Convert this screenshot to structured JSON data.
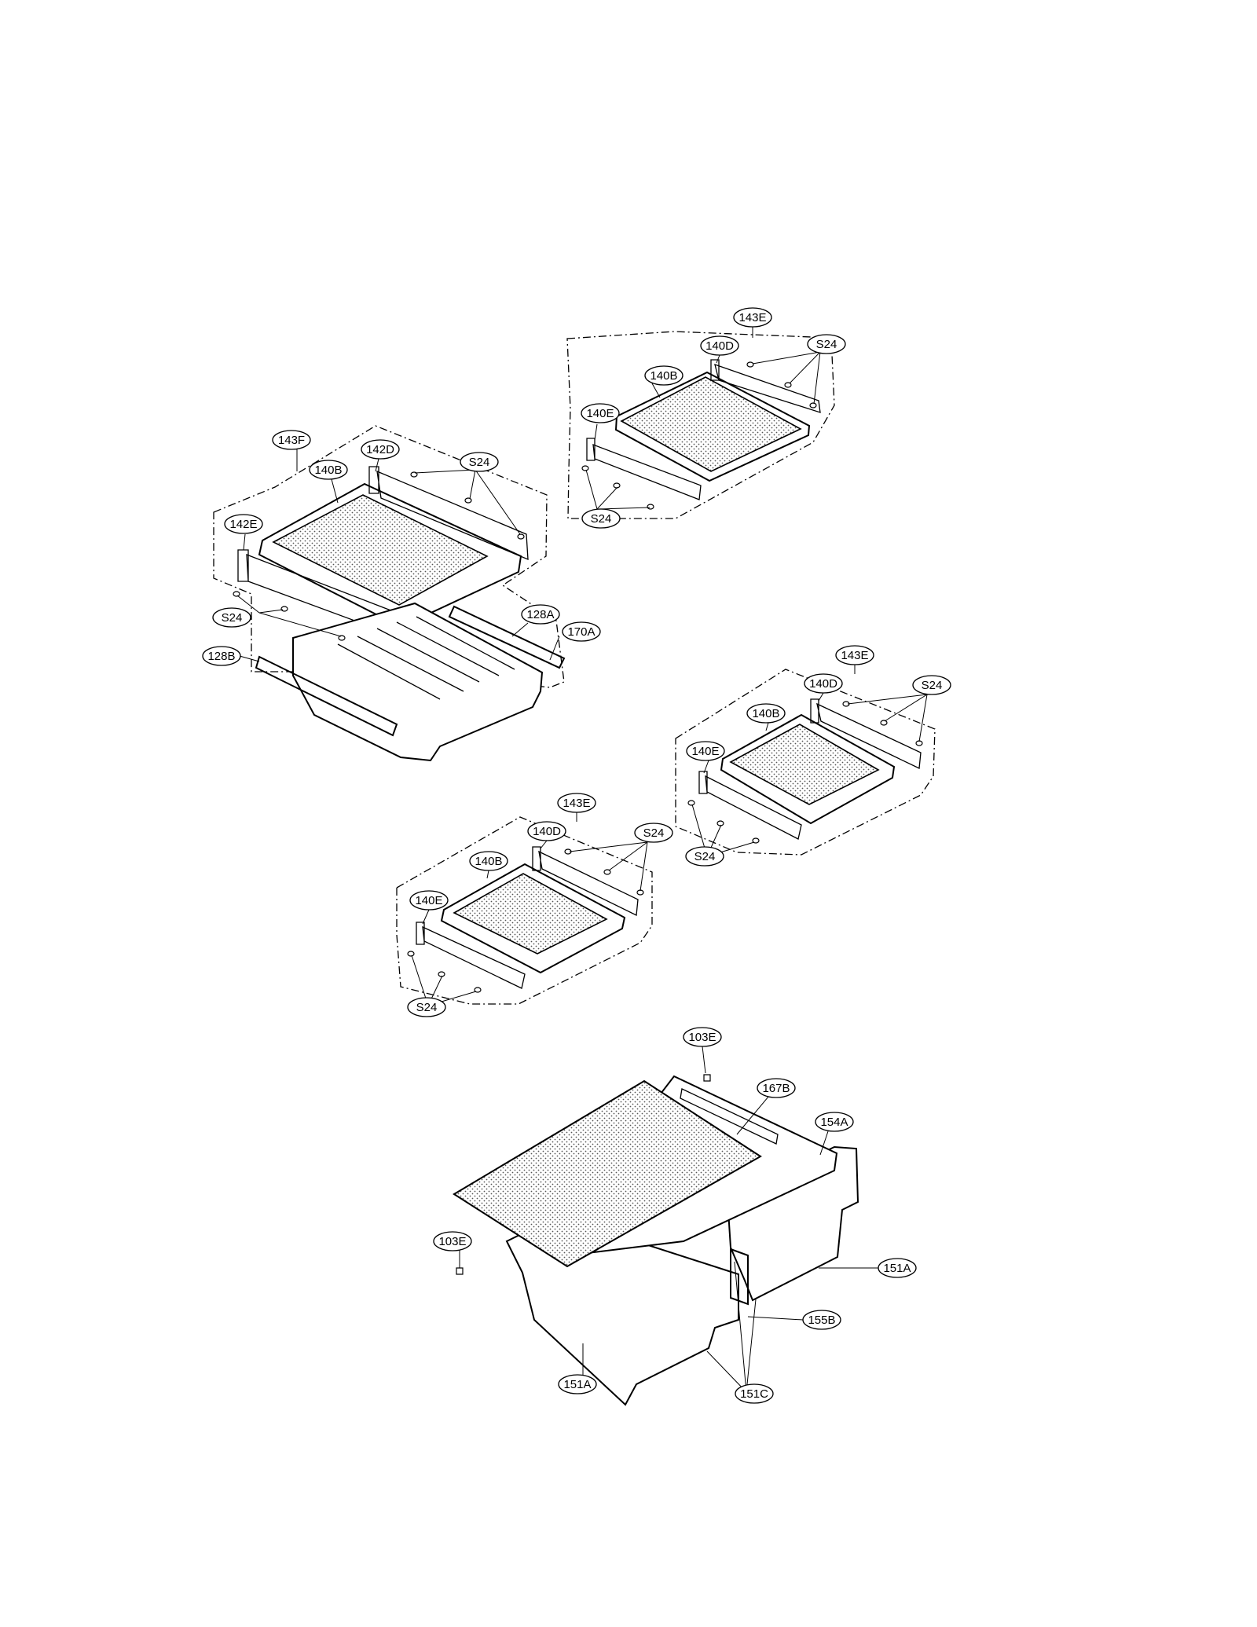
{
  "callouts": {
    "a_143E": "143E",
    "a_140D": "140D",
    "a_S24_top": "S24",
    "a_140B": "140B",
    "a_140E": "140E",
    "a_S24_bot": "S24",
    "b_143F": "143F",
    "b_142D": "142D",
    "b_140B": "140B",
    "b_S24_top": "S24",
    "b_142E": "142E",
    "b_S24_left": "S24",
    "b_128A": "128A",
    "b_170A": "170A",
    "b_128B": "128B",
    "c_143E": "143E",
    "c_140D": "140D",
    "c_S24_top": "S24",
    "c_140B": "140B",
    "c_140E": "140E",
    "c_S24_bot": "S24",
    "d_143E": "143E",
    "d_140D": "140D",
    "d_S24_top": "S24",
    "d_140B": "140B",
    "d_140E": "140E",
    "d_S24_bot": "S24",
    "e_103E_top": "103E",
    "e_167B": "167B",
    "e_154A": "154A",
    "e_103E_left": "103E",
    "e_151A_right": "151A",
    "e_155B": "155B",
    "e_151A_left": "151A",
    "e_151C": "151C"
  }
}
